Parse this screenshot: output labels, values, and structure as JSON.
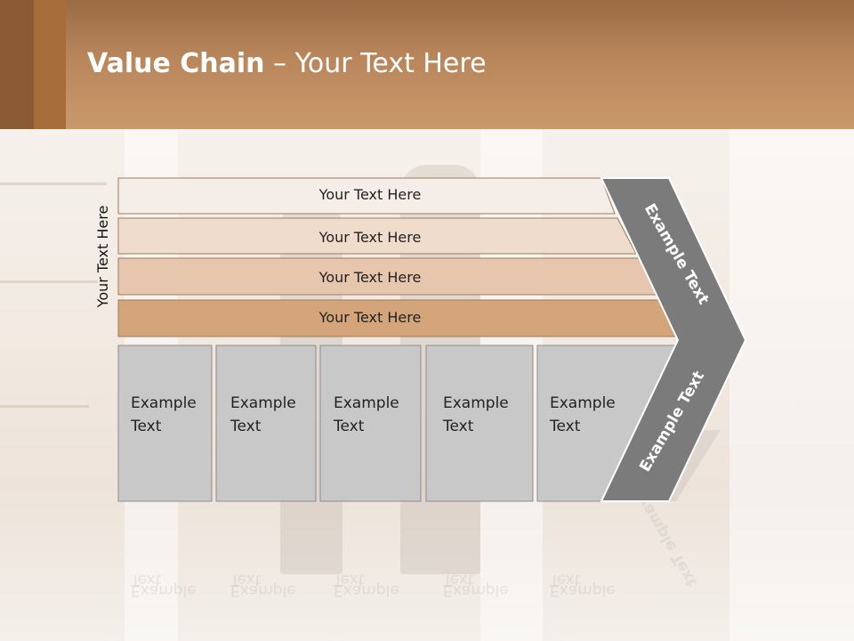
{
  "title": {
    "bold": "Value Chain",
    "rest": " – Your Text Here"
  },
  "side_label": "Your Text Here",
  "bars": [
    {
      "label": "Your Text Here",
      "fill": "#f5eee8"
    },
    {
      "label": "Your Text Here",
      "fill": "#efdccd"
    },
    {
      "label": "Your Text Here",
      "fill": "#e6c7ae"
    },
    {
      "label": "Your Text Here",
      "fill": "#d4a57b"
    }
  ],
  "boxes": [
    {
      "line1": "Example",
      "line2": "Text"
    },
    {
      "line1": "Example",
      "line2": "Text"
    },
    {
      "line1": "Example",
      "line2": "Text"
    },
    {
      "line1": "Example",
      "line2": "Text"
    },
    {
      "line1": "Example",
      "line2": "Text"
    }
  ],
  "chevron": {
    "upper_label": "Example Text",
    "lower_label": "Example Text",
    "fill": "#7b7b7b"
  },
  "colors": {
    "header": "#c9986a",
    "box_fill": "#c8c8c8",
    "bar_stroke": "#9a7a5e"
  }
}
